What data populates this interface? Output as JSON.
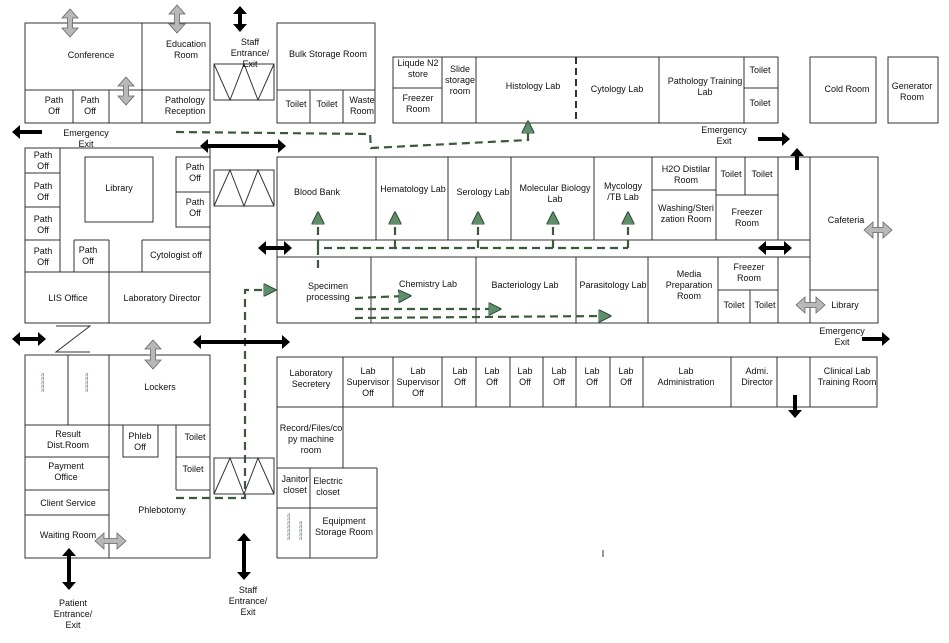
{
  "colors": {
    "wall": "#333333",
    "flow": "#3a5a3a",
    "flow_head": "#5f8f6a",
    "arrow_black": "#000000",
    "arrow_gray": "#b8b8b8"
  },
  "rooms": {
    "conference": "Conference",
    "education_room": "Education Room",
    "path_off": "Path Off",
    "pathology_reception": "Pathology Reception",
    "bulk_storage_room": "Bulk Storage Room",
    "toilet": "Toilet",
    "waste_room": "Waste Room",
    "liquid_n2_store": "Liqude N2 store",
    "freezer_room": "Freezer Room",
    "slide_storage_room": "Slide storage room",
    "histology_lab": "Histology Lab",
    "cytology_lab": "Cytology Lab",
    "pathology_training_lab": "Pathology Training Lab",
    "cold_room": "Cold Room",
    "generator_room": "Generator Room",
    "library": "Library",
    "cytologist_off": "Cytologist off",
    "lis_office": "LIS Office",
    "laboratory_director": "Laboratory Director",
    "blood_bank": "Blood Bank",
    "hematology_lab": "Hematology Lab",
    "serology_lab": "Serology Lab",
    "molecular_biology_lab": "Molecular Biology Lab",
    "mycology_tb_lab": "Mycology /TB Lab",
    "h2o_distilar_room": "H2O Distilar Room",
    "washing_sterization_room": "Washing/Steri zation Room",
    "cafeteria": "Cafeteria",
    "specimen_processing": "Specimen processing",
    "chemistry_lab": "Chemistry Lab",
    "bacteriology_lab": "Bacteriology Lab",
    "parasitology_lab": "Parasitology Lab",
    "media_preparation_room": "Media Preparation Room",
    "lockers": "Lockers",
    "laboratory_secretery": "Laboratory Secretery",
    "lab_supervisor_off": "Lab Supervisor Off",
    "lab_off": "Lab Off",
    "lab_administration": "Lab Administration",
    "admi_director": "Admi. Director",
    "clinical_lab_training_room": "Clinical Lab Training Room",
    "result_dist_room": "Result Dist.Room",
    "phleb_off": "Phleb Off",
    "payment_office": "Payment Office",
    "client_service": "Client Service",
    "phlebotomy": "Phlebotomy",
    "waiting_room": "Waiting Room",
    "record_files_room": "Record/Files/copy machine room",
    "janitor_closet": "Janitor closet",
    "electric_closet": "Electric closet",
    "equipment_storage_room": "Equipment Storage Room"
  },
  "exits": {
    "staff_entrance_exit": "Staff Entrance/ Exit",
    "emergency_exit": "Emergency Exit",
    "patient_entrance_exit": "Patient Entrance/ Exit"
  }
}
